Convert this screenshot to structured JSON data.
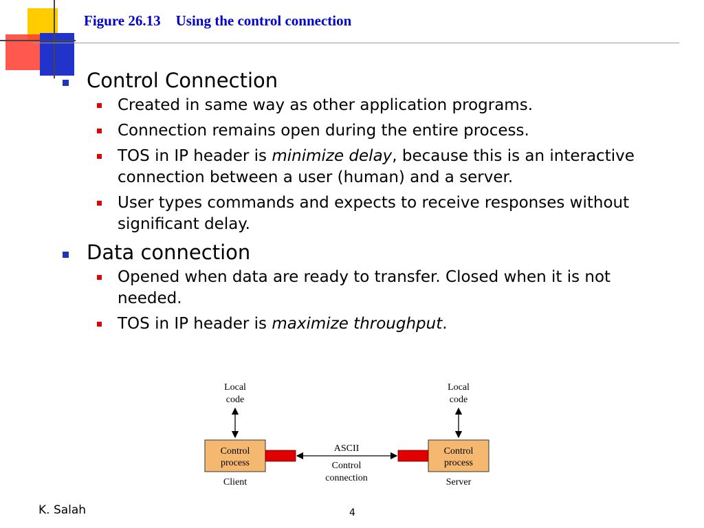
{
  "slide": {
    "figure_label": "Figure 26.13",
    "title": "Using the control connection",
    "sections": [
      {
        "heading": "Control Connection",
        "items": [
          {
            "pre": "Created in same way as other application programs.",
            "em": "",
            "post": ""
          },
          {
            "pre": "Connection remains open during the entire process.",
            "em": "",
            "post": ""
          },
          {
            "pre": "TOS in IP header is ",
            "em": "minimize delay",
            "post": ", because this is an interactive connection between a user (human) and a server."
          },
          {
            "pre": "User types commands and expects to receive responses without significant delay.",
            "em": "",
            "post": ""
          }
        ]
      },
      {
        "heading": "Data connection",
        "items": [
          {
            "pre": "Opened when data are ready to transfer. Closed when it is not needed.",
            "em": "",
            "post": ""
          },
          {
            "pre": "TOS in IP header is ",
            "em": "maximize throughput",
            "post": "."
          }
        ]
      }
    ],
    "diagram": {
      "left_local_code": [
        "Local",
        "code"
      ],
      "right_local_code": [
        "Local",
        "code"
      ],
      "left_process": [
        "Control",
        "process"
      ],
      "right_process": [
        "Control",
        "process"
      ],
      "client_label": "Client",
      "server_label": "Server",
      "link_top": "ASCII",
      "link_bottom": [
        "Control",
        "connection"
      ]
    },
    "footer": {
      "author": "K. Salah",
      "page": "4"
    },
    "colors": {
      "title": "#0000cc",
      "process_box": "#f5b870",
      "connector": "#e00000",
      "bullet_l1": "#2233bb",
      "bullet_l2": "#e00000"
    }
  }
}
